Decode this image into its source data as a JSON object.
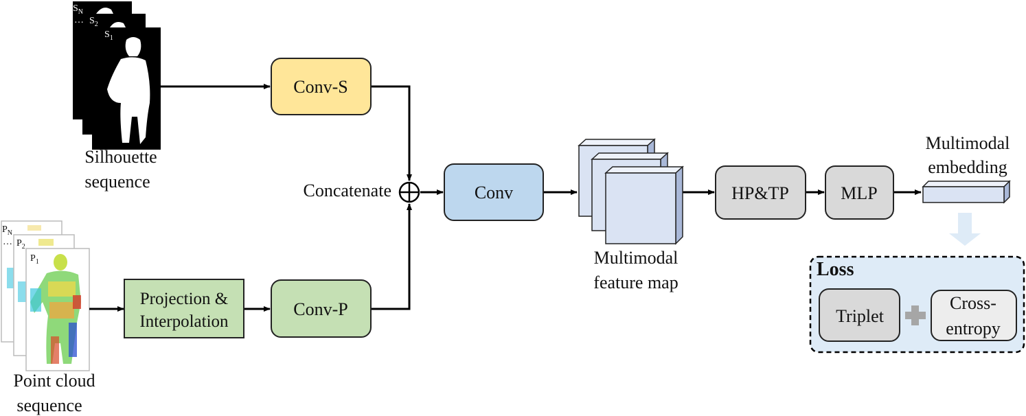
{
  "silhouette": {
    "frame_labels": [
      "S",
      "S",
      "S"
    ],
    "frame_subscripts": [
      "N",
      "2",
      "1"
    ],
    "ellipsis": "…",
    "caption_line1": "Silhouette",
    "caption_line2": "sequence"
  },
  "pointcloud": {
    "frame_labels": [
      "P",
      "P",
      "P"
    ],
    "frame_subscripts": [
      "N",
      "2",
      "1"
    ],
    "ellipsis": "…",
    "caption_line1": "Point cloud",
    "caption_line2": "sequence"
  },
  "blocks": {
    "conv_s": "Conv-S",
    "projection_line1": "Projection &",
    "projection_line2": "Interpolation",
    "conv_p": "Conv-P",
    "concatenate": "Concatenate",
    "conv": "Conv",
    "feature_map_line1": "Multimodal",
    "feature_map_line2": "feature map",
    "hp_tp": "HP&TP",
    "mlp": "MLP",
    "embedding_line1": "Multimodal",
    "embedding_line2": "embedding"
  },
  "loss": {
    "title": "Loss",
    "triplet": "Triplet",
    "cross_line1": "Cross-",
    "cross_line2": "entropy"
  },
  "colors": {
    "conv_s": "#FFE699",
    "conv_p": "#C5E0B4",
    "projection": "#C5E0B4",
    "conv": "#BDD7EE",
    "grey_block": "#D9D9D9",
    "feature_map": "#DAE3F3",
    "loss_bg": "#DEEBF7",
    "plus": "#A6A6A6"
  }
}
